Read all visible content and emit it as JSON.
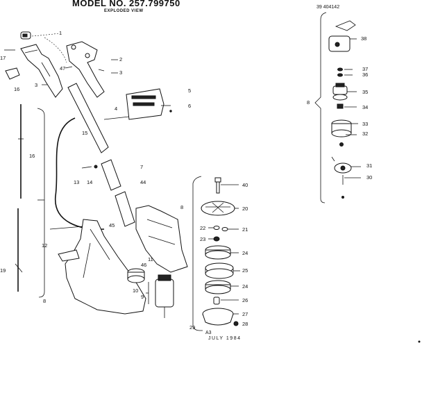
{
  "header": {
    "title": "MODEL NO. 257.799750",
    "subtitle": "EXPLODED VIEW",
    "assembly_code": "39 404142"
  },
  "footer": {
    "ref": "A3",
    "date": "JULY 1984"
  },
  "callouts": [
    "1",
    "17",
    "2",
    "47",
    "3",
    "3",
    "16",
    "5",
    "4",
    "6",
    "15",
    "16",
    "7",
    "13",
    "14",
    "44",
    "12",
    "8",
    "45",
    "11",
    "46",
    "19",
    "10",
    "9",
    "8",
    "40",
    "20",
    "22",
    "21",
    "23",
    "24",
    "25",
    "24",
    "26",
    "27",
    "28",
    "29",
    "38",
    "37",
    "36",
    "35",
    "34",
    "33",
    "32",
    "8",
    "31",
    "30"
  ]
}
